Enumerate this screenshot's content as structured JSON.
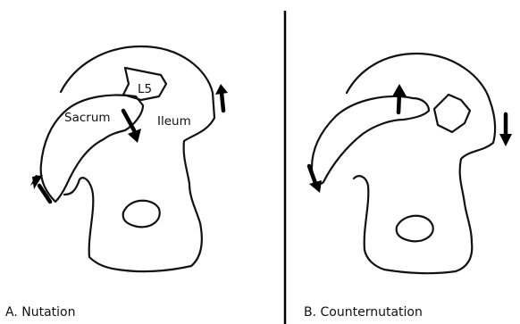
{
  "panels": [
    {
      "caption": "A. Nutation",
      "labels": {
        "vertebra": "L5",
        "sacrum": "Sacrum",
        "ilium": "Ileum"
      }
    },
    {
      "caption": "B. Counternutation"
    }
  ],
  "colors": {
    "line": "#111111",
    "background": "#ffffff"
  }
}
